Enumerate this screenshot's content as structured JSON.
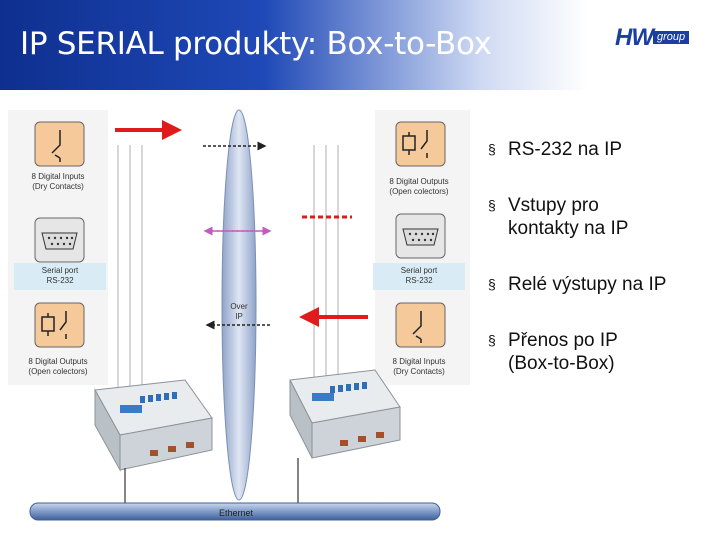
{
  "header": {
    "title": "IP SERIAL produkty: Box-to-Box",
    "logo_main": "HW",
    "logo_sub": "group"
  },
  "diagram": {
    "left_labels": [
      "8 Digital Inputs\n(Dry Contacts)",
      "Serial port\nRS-232",
      "8 Digital Outputs\n(Open colectors)"
    ],
    "right_labels": [
      "8 Digital Outputs\n(Open colectors)",
      "Serial port\nRS-232",
      "8 Digital Inputs\n(Dry Contacts)"
    ],
    "center_label": "Over\nIP",
    "network_label": "Ethernet",
    "colors": {
      "arrow_red": "#e01b1b",
      "arrow_pink": "#c05cc0",
      "icon_box": "#f5c99a",
      "ellipse": "#b8c6e0",
      "ethernet": "#9fb5d8"
    }
  },
  "bullets": [
    {
      "marker": "§",
      "text": "RS-232 na IP"
    },
    {
      "marker": "§",
      "text": "Vstupy pro\nkontakty na IP"
    },
    {
      "marker": "§",
      "text": "Relé výstupy na IP"
    },
    {
      "marker": "§",
      "text": "Přenos po IP\n(Box-to-Box)"
    }
  ]
}
